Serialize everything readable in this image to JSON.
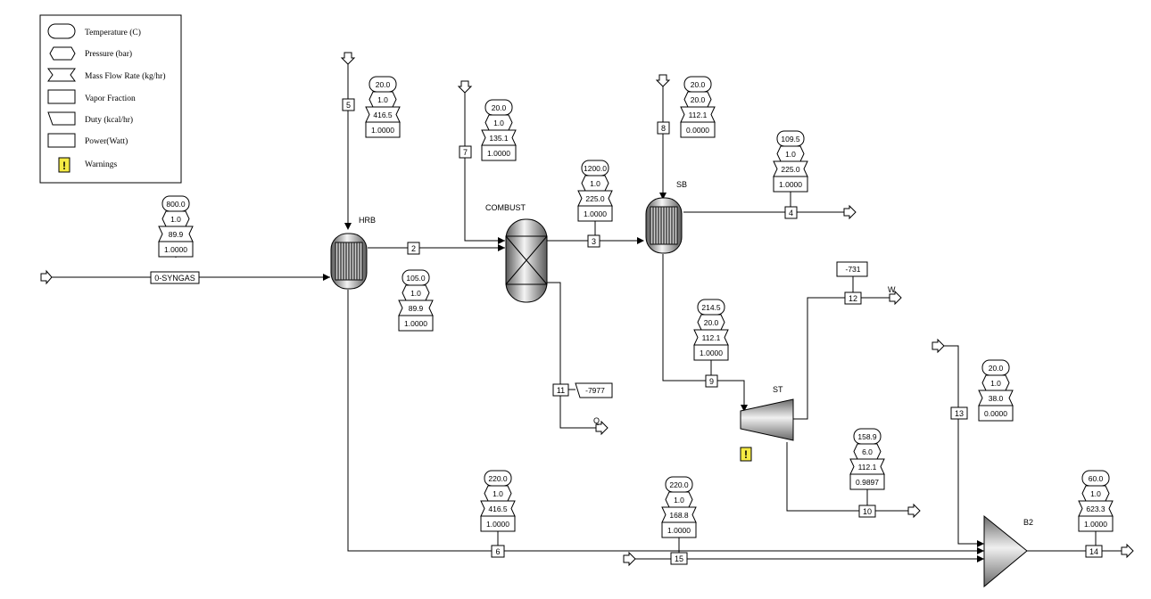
{
  "legend": {
    "temperature": "Temperature (C)",
    "pressure": "Pressure (bar)",
    "mass_flow": "Mass Flow Rate (kg/hr)",
    "vapor_fraction": "Vapor Fraction",
    "duty": "Duty (kcal/hr)",
    "power": "Power(Watt)",
    "warnings": "Warnings"
  },
  "blocks": {
    "hrb": "HRB",
    "combust": "COMBUST",
    "sb": "SB",
    "st": "ST",
    "b2": "B2"
  },
  "streams": {
    "syngas": "0-SYNGAS",
    "s2": "2",
    "s3": "3",
    "s4": "4",
    "s5": "5",
    "s6": "6",
    "s7": "7",
    "s8": "8",
    "s9": "9",
    "s10": "10",
    "s11": "11",
    "s12": "12",
    "s13": "13",
    "s14": "14",
    "s15": "15",
    "q": "Q",
    "w": "W"
  },
  "results": {
    "syngas": {
      "t": "800.0",
      "p": "1.0",
      "f": "89.9",
      "v": "1.0000"
    },
    "s5": {
      "t": "20.0",
      "p": "1.0",
      "f": "416.5",
      "v": "1.0000"
    },
    "s2": {
      "t": "105.0",
      "p": "1.0",
      "f": "89.9",
      "v": "1.0000"
    },
    "s7": {
      "t": "20.0",
      "p": "1.0",
      "f": "135.1",
      "v": "1.0000"
    },
    "s3": {
      "t": "1200.0",
      "p": "1.0",
      "f": "225.0",
      "v": "1.0000"
    },
    "s8": {
      "t": "20.0",
      "p": "20.0",
      "f": "112.1",
      "v": "0.0000"
    },
    "s4": {
      "t": "109.5",
      "p": "1.0",
      "f": "225.0",
      "v": "1.0000"
    },
    "s9": {
      "t": "214.5",
      "p": "20.0",
      "f": "112.1",
      "v": "1.0000"
    },
    "s10": {
      "t": "158.9",
      "p": "6.0",
      "f": "112.1",
      "v": "0.9897"
    },
    "s13": {
      "t": "20.0",
      "p": "1.0",
      "f": "38.0",
      "v": "0.0000"
    },
    "s6": {
      "t": "220.0",
      "p": "1.0",
      "f": "416.5",
      "v": "1.0000"
    },
    "s15": {
      "t": "220.0",
      "p": "1.0",
      "f": "168.8",
      "v": "1.0000"
    },
    "s14": {
      "t": "60.0",
      "p": "1.0",
      "f": "623.3",
      "v": "1.0000"
    },
    "duty_q": "-7977",
    "power_w": "-731"
  },
  "colors": {
    "line": "#000000",
    "warning_fill": "#f5ea44",
    "vessel_dark": "#555555",
    "vessel_light": "#f2f2f2"
  }
}
